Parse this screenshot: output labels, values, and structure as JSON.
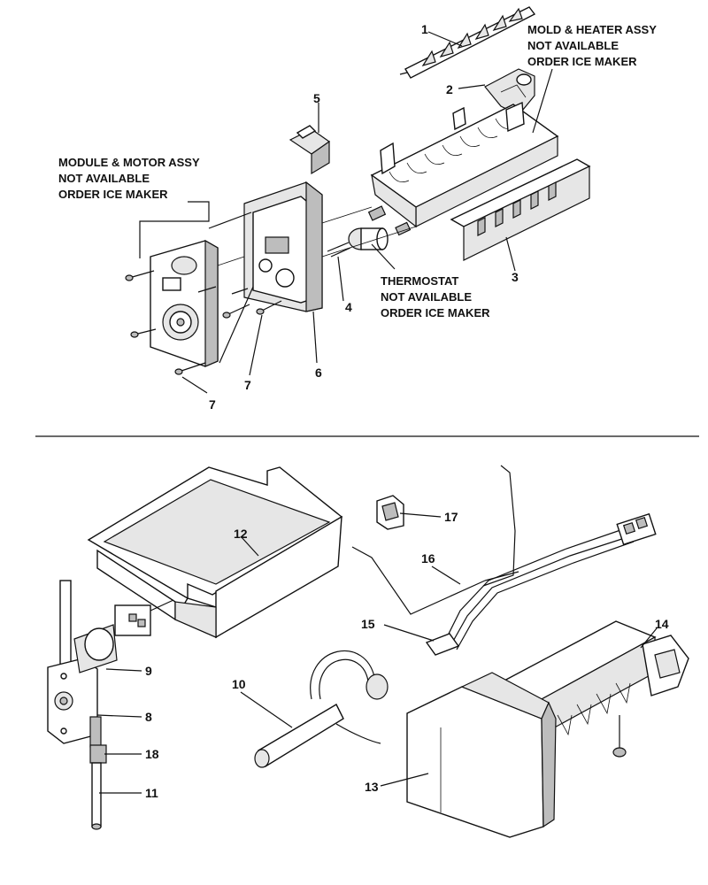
{
  "callouts": {
    "mold_heater": [
      "MOLD & HEATER ASSY",
      "NOT AVAILABLE",
      "ORDER ICE MAKER"
    ],
    "module_motor": [
      "MODULE & MOTOR ASSY",
      "NOT AVAILABLE",
      "ORDER ICE MAKER"
    ],
    "thermostat": [
      "THERMOSTAT",
      "NOT AVAILABLE",
      "ORDER ICE MAKER"
    ]
  },
  "part_numbers": {
    "p1": "1",
    "p2": "2",
    "p3": "3",
    "p4": "4",
    "p5": "5",
    "p6": "6",
    "p7a": "7",
    "p7b": "7",
    "p8": "8",
    "p9": "9",
    "p10": "10",
    "p11": "11",
    "p12": "12",
    "p13": "13",
    "p14": "14",
    "p15": "15",
    "p16": "16",
    "p17": "17",
    "p18": "18"
  }
}
